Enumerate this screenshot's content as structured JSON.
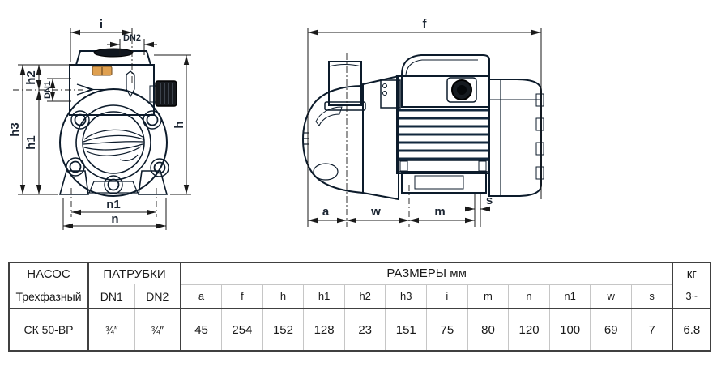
{
  "drawing": {
    "front_view": {
      "labels": {
        "i": "i",
        "dn2": "DN2",
        "h2": "h2",
        "dn1": "DN1",
        "h3": "h3",
        "h1": "h1",
        "h": "h",
        "n1": "n1",
        "n": "n"
      }
    },
    "side_view": {
      "labels": {
        "f": "f",
        "a": "a",
        "w": "w",
        "m": "m",
        "s": "s"
      }
    },
    "colors": {
      "pump_body_blue": "#49779f",
      "pump_body_light": "#7fa6c9",
      "pump_body_dark": "#2a5078",
      "outline": "#0c1b2b",
      "plug_orange": "#dfa050",
      "knob_black": "#15181c",
      "dimension_text": "#1c2633"
    }
  },
  "table": {
    "header": {
      "pump": "НАСОС",
      "ports": "ПАТРУБКИ",
      "dims": "РАЗМЕРЫ мм",
      "weight": "кг"
    },
    "subheader": {
      "phase": "Трехфазный",
      "dn1": "DN1",
      "dn2": "DN2",
      "cols": [
        "a",
        "f",
        "h",
        "h1",
        "h2",
        "h3",
        "i",
        "m",
        "n",
        "n1",
        "w",
        "s"
      ],
      "weight": "3~"
    },
    "row": {
      "model": "СК 50-ВР",
      "dn1": "¾″",
      "dn2": "¾″",
      "values": [
        "45",
        "254",
        "152",
        "128",
        "23",
        "151",
        "75",
        "80",
        "120",
        "100",
        "69",
        "7"
      ],
      "weight": "6.8"
    }
  }
}
